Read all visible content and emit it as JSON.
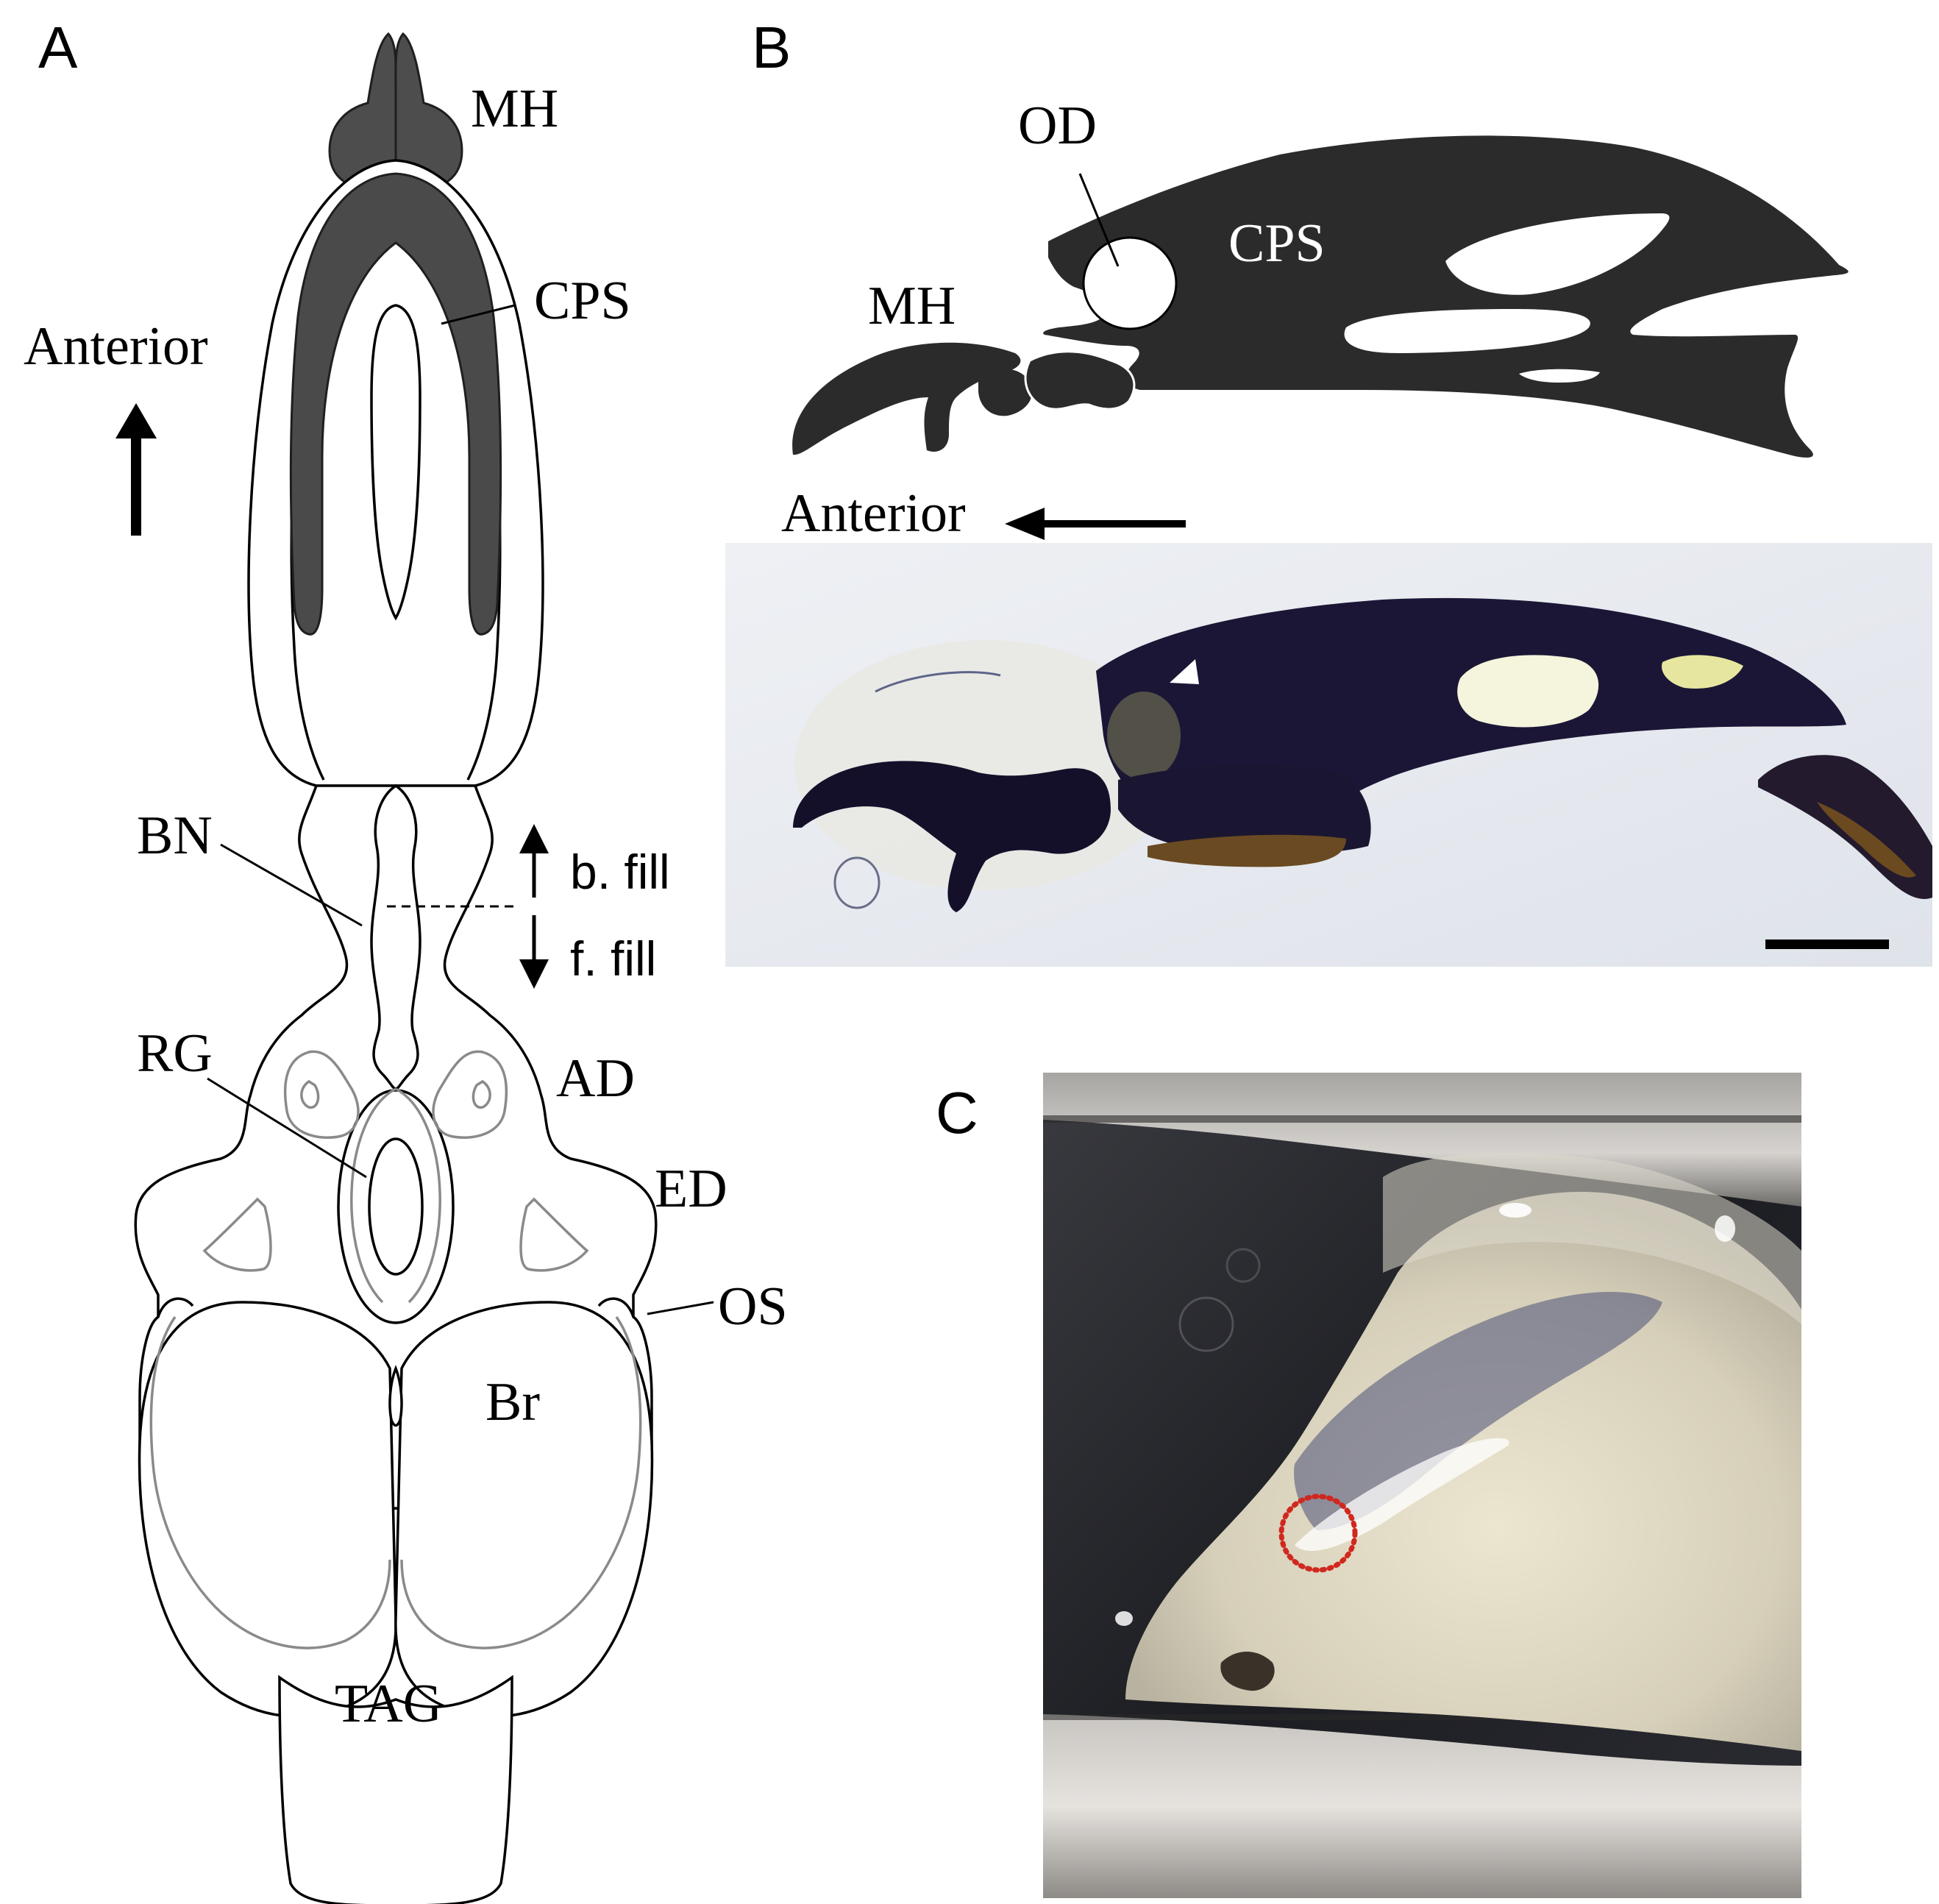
{
  "panels": {
    "a": {
      "letter": "A",
      "direction_label": "Anterior",
      "labels": {
        "mh": "MH",
        "cps": "CPS",
        "bn": "BN",
        "b_fill": "b. fill",
        "f_fill": "f. fill",
        "rg": "RG",
        "ad": "AD",
        "ed": "ED",
        "os": "OS",
        "br": "Br",
        "tag": "TAG"
      }
    },
    "b": {
      "letter": "B",
      "direction_label": "Anterior",
      "labels": {
        "od": "OD",
        "cps": "CPS",
        "mh": "MH"
      }
    },
    "c": {
      "letter": "C"
    }
  },
  "colors": {
    "dark_sclerite": "#2b2b2b",
    "cps_fill_a": "#4a4a4a",
    "grey_outline": "#8a8a8a",
    "red_circle": "#d0281e"
  }
}
